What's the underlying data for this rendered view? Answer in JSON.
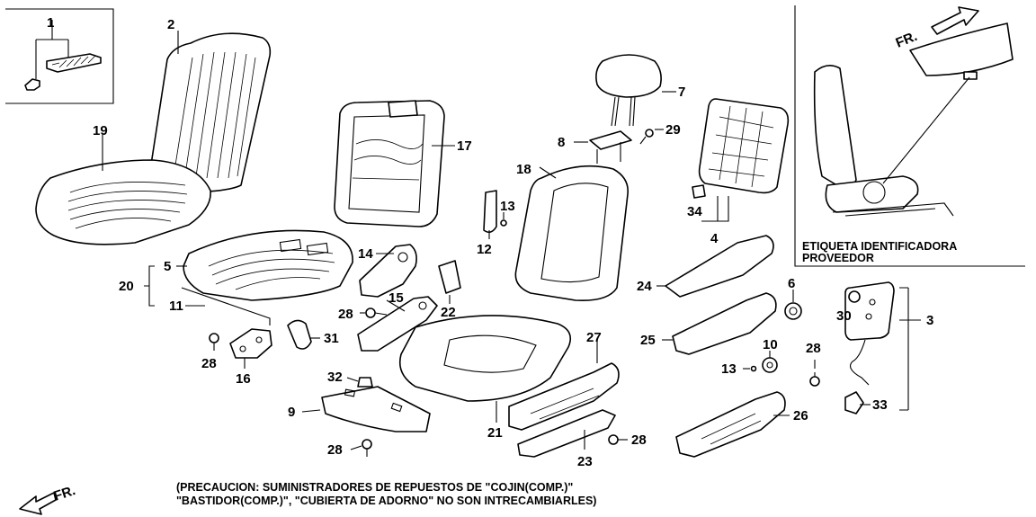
{
  "callouts": {
    "c1": "1",
    "c2": "2",
    "c3": "3",
    "c4": "4",
    "c5": "5",
    "c6": "6",
    "c7": "7",
    "c8": "8",
    "c9": "9",
    "c10": "10",
    "c11": "11",
    "c12": "12",
    "c13a": "13",
    "c13b": "13",
    "c14": "14",
    "c15": "15",
    "c16": "16",
    "c17": "17",
    "c18": "18",
    "c19": "19",
    "c20": "20",
    "c21": "21",
    "c22": "22",
    "c23": "23",
    "c24": "24",
    "c25": "25",
    "c26": "26",
    "c27": "27",
    "c28a": "28",
    "c28b": "28",
    "c28c": "28",
    "c28d": "28",
    "c28e": "28",
    "c29": "29",
    "c30": "30",
    "c31": "31",
    "c32": "32",
    "c33": "33",
    "c34": "34"
  },
  "inset": {
    "label_line1": "ETIQUETA IDENTIFICADORA",
    "label_line2": "PROVEEDOR"
  },
  "direction": {
    "fr_top": "FR.",
    "fr_bottom": "FR."
  },
  "note": {
    "line1": "(PRECAUCION: SUMINISTRADORES DE REPUESTOS DE \"COJIN(COMP.)\"",
    "line2": "\"BASTIDOR(COMP.)\", \"CUBIERTA DE ADORNO\" NO SON INTRECAMBIARLES)"
  }
}
